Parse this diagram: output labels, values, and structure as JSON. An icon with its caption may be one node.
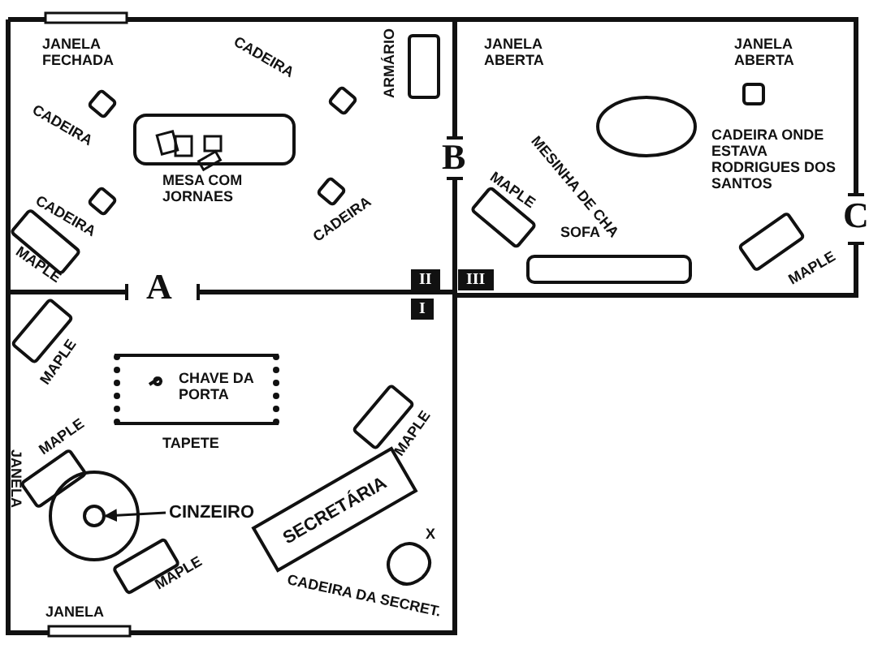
{
  "diagram": {
    "nodes": [
      {
        "text": [
          "MESA COM JORNAES"
        ]
      },
      {
        "text": [
          "CHAVE DA PORTA",
          "TAPETE"
        ]
      },
      {
        "text": [
          "SECRETÁRIA"
        ]
      },
      {
        "text": [
          "CINZEIRO"
        ]
      },
      {
        "text": [],
        "shape": "circle"
      }
    ],
    "edges": [
      {
        "from": 3,
        "to": 4,
        "arrow": "to"
      }
    ],
    "labels": [
      "JANELA FECHADA",
      "ARMÁRIO",
      "JANELA ABERTA",
      "JANELA ABERTA",
      "CADEIRA",
      "CADEIRA",
      "CADEIRA",
      "CADEIRA",
      "MESINHA DE CHA",
      "CADEIRA ONDE ESTAVA RODRIGUES DOS SANTOS",
      "B",
      "MAPLE",
      "MAPLE",
      "SOFA",
      "C",
      "MAPLE",
      "A",
      "II",
      "III",
      "I",
      "MAPLE",
      "JANELA",
      "MAPLE",
      "MAPLE",
      "MAPLE",
      "JANELA",
      "X",
      "CADEIRA DA SECRET."
    ]
  }
}
